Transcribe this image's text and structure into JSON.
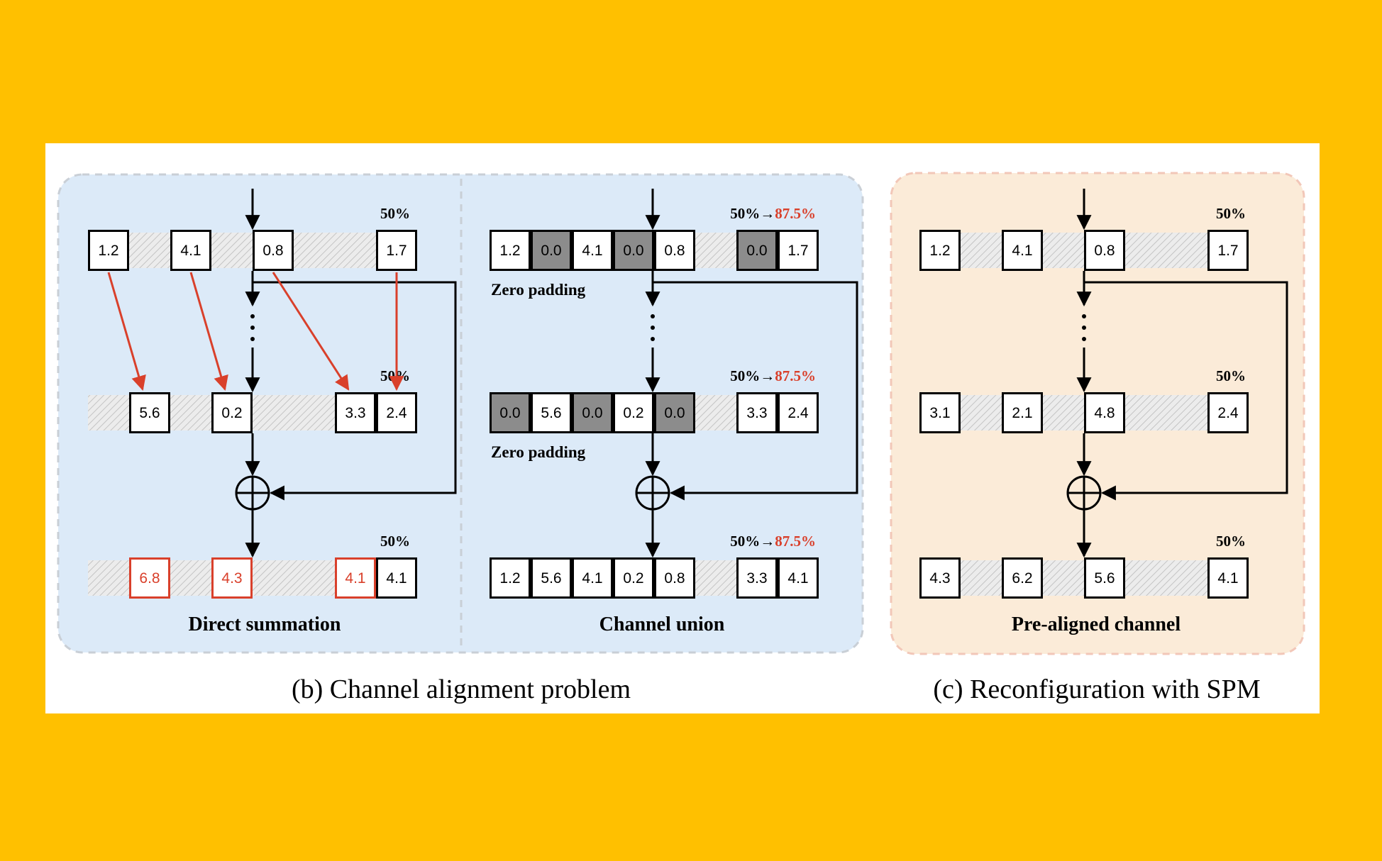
{
  "colors": {
    "page_background": "#FFC000",
    "figure_background": "#FFFFFF",
    "panel_blue": "#DCEAF8",
    "panel_orange": "#FBEBD8",
    "panel_border_blue": "#C9CFD6",
    "panel_border_orange": "#F2C7B8",
    "alert_red": "#D9402B",
    "zero_pad_gray": "#8C8C8C",
    "stroke": "#000000"
  },
  "icons": {
    "sum": "circled-plus-icon",
    "arrow": "arrow-down-icon",
    "dots": "vertical-ellipsis-icon"
  },
  "captions": {
    "b": "(b) Channel alignment problem",
    "c": "(c) Reconfiguration with SPM"
  },
  "panels": [
    {
      "id": "direct",
      "label": "Direct summation",
      "top_row": {
        "percent": "50%",
        "arrow": "",
        "percent_red": "",
        "cells": [
          "1.2",
          "",
          "4.1",
          "",
          "0.8",
          "",
          "",
          "1.7"
        ]
      },
      "mid_row": {
        "percent": "50%",
        "arrow": "",
        "percent_red": "",
        "cells": [
          "",
          "5.6",
          "",
          "0.2",
          "",
          "",
          "3.3",
          "2.4"
        ]
      },
      "bot_row": {
        "percent": "50%",
        "arrow": "",
        "percent_red": "",
        "cells": [
          "",
          "6.8",
          "",
          "4.3",
          "",
          "",
          "4.1",
          "4.1"
        ]
      },
      "red_cells": [
        1,
        3,
        6
      ],
      "gray_mid": [],
      "gray_top": [],
      "pad_labels": []
    },
    {
      "id": "union",
      "label": "Channel union",
      "top_row": {
        "percent": "50%",
        "arrow": "→",
        "percent_red": "87.5%",
        "cells": [
          "1.2",
          "0.0",
          "4.1",
          "0.0",
          "0.8",
          "",
          "0.0",
          "1.7"
        ]
      },
      "mid_row": {
        "percent": "50%",
        "arrow": "→",
        "percent_red": "87.5%",
        "cells": [
          "0.0",
          "5.6",
          "0.0",
          "0.2",
          "0.0",
          "",
          "3.3",
          "2.4"
        ]
      },
      "bot_row": {
        "percent": "50%",
        "arrow": "→",
        "percent_red": "87.5%",
        "cells": [
          "1.2",
          "5.6",
          "4.1",
          "0.2",
          "0.8",
          "",
          "3.3",
          "4.1"
        ]
      },
      "red_cells": [],
      "gray_top": [
        1,
        3,
        6
      ],
      "gray_mid": [
        0,
        2,
        4
      ],
      "pad_labels": [
        "Zero padding",
        "Zero padding"
      ]
    },
    {
      "id": "prealigned",
      "label": "Pre-aligned channel",
      "top_row": {
        "percent": "50%",
        "arrow": "",
        "percent_red": "",
        "cells": [
          "1.2",
          "",
          "4.1",
          "",
          "0.8",
          "",
          "",
          "1.7"
        ]
      },
      "mid_row": {
        "percent": "50%",
        "arrow": "",
        "percent_red": "",
        "cells": [
          "3.1",
          "",
          "2.1",
          "",
          "4.8",
          "",
          "",
          "2.4"
        ]
      },
      "bot_row": {
        "percent": "50%",
        "arrow": "",
        "percent_red": "",
        "cells": [
          "4.3",
          "",
          "6.2",
          "",
          "5.6",
          "",
          "",
          "4.1"
        ]
      },
      "red_cells": [],
      "gray_mid": [],
      "gray_top": [],
      "pad_labels": []
    }
  ]
}
